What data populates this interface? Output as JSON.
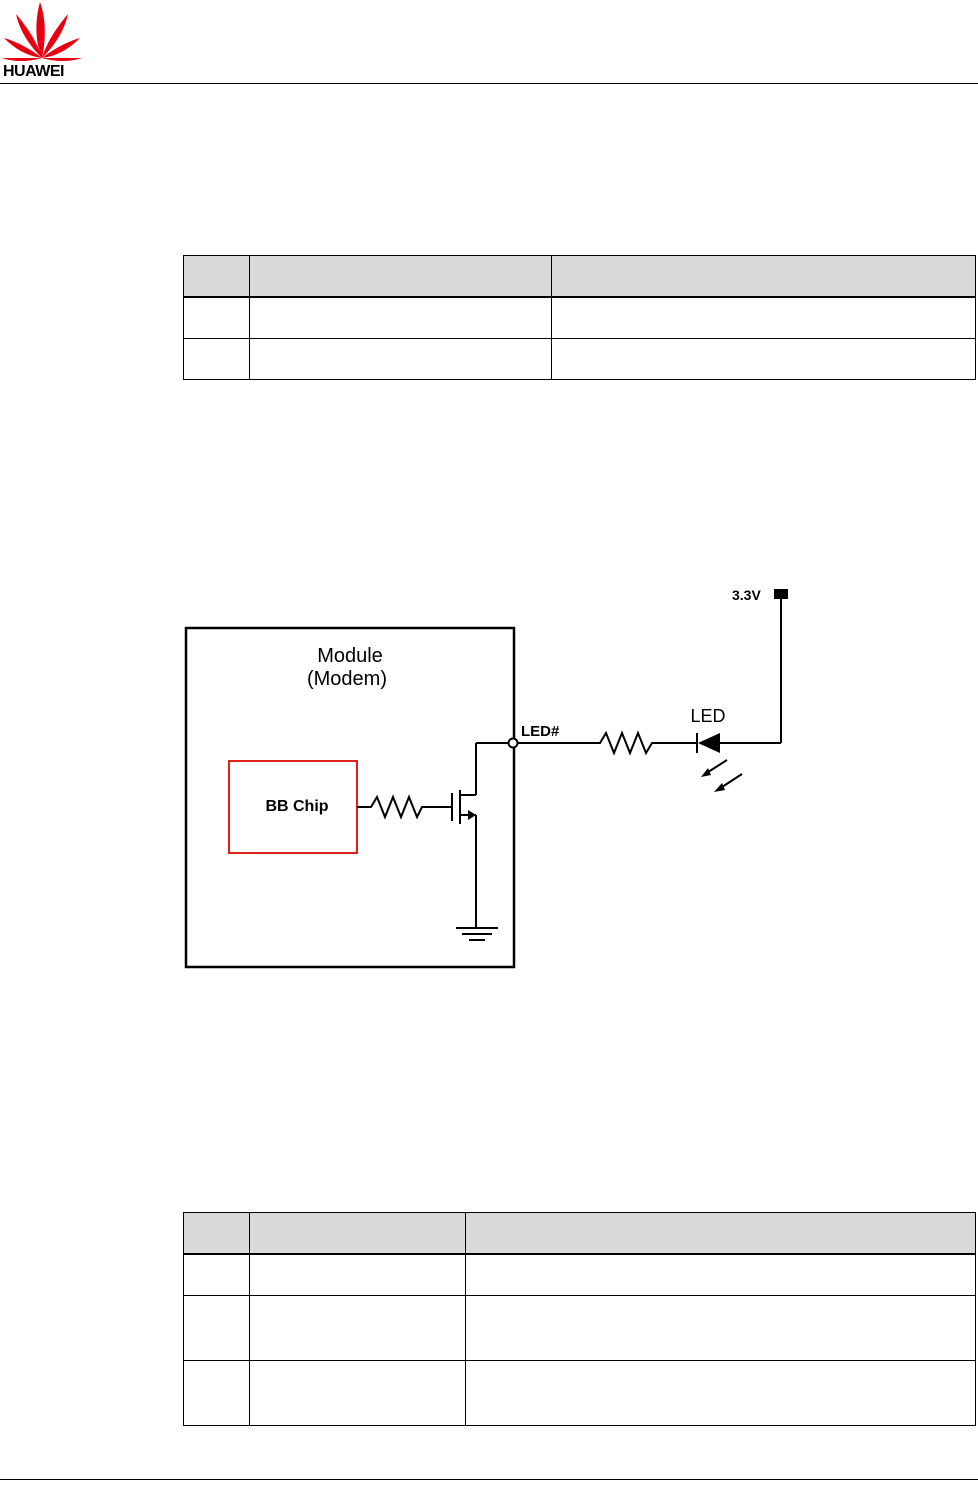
{
  "header": {
    "brand": "HUAWEI"
  },
  "table1": {
    "columns": [
      "",
      "",
      ""
    ],
    "rows": [
      [
        "",
        "",
        ""
      ],
      [
        "",
        "",
        ""
      ]
    ]
  },
  "diagram": {
    "module_label_line1": "Module",
    "module_label_line2": "(Modem)",
    "chip_label": "BB Chip",
    "pin_label": "LED#",
    "led_label": "LED",
    "supply_label": "3.3V",
    "chip_border_color": "#e0201b"
  },
  "table2": {
    "columns": [
      "",
      "",
      ""
    ],
    "rows": [
      [
        "",
        "",
        ""
      ],
      [
        "",
        "",
        ""
      ],
      [
        "",
        "",
        ""
      ]
    ]
  }
}
